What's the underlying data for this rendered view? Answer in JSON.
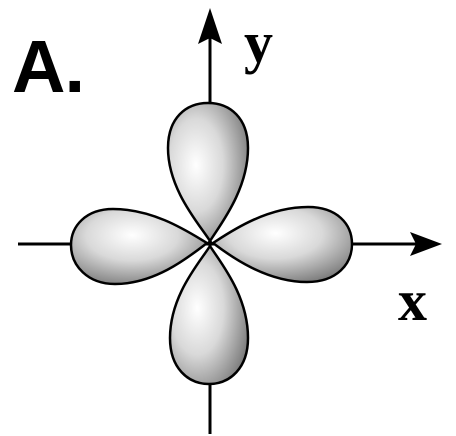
{
  "panel_label": "A.",
  "axes": {
    "x_label": "x",
    "y_label": "y"
  },
  "colors": {
    "axis": "#000000",
    "lobe_outline": "#000000",
    "lobe_light": "#ffffff",
    "lobe_mid": "#c8c8c8",
    "lobe_dark": "#6e6e6e"
  },
  "icons": {
    "lobe_shape": "teardrop-lobe",
    "axis_arrow": "arrowhead"
  }
}
